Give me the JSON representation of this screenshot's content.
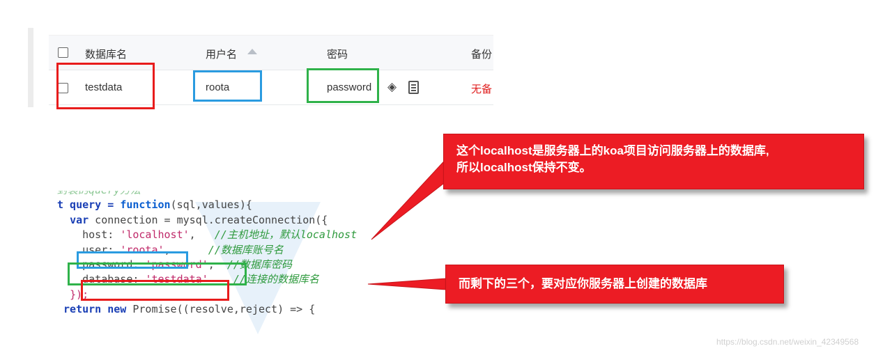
{
  "table": {
    "headers": [
      "数据库名",
      "用户名",
      "密码",
      "备份"
    ],
    "row": {
      "db_name": "testdata",
      "user": "roota",
      "password": "password",
      "backup": "无备"
    }
  },
  "code": {
    "comment_top": "封装的query方法",
    "l1_prefix": "t query = ",
    "l1_fn": "function",
    "l1_rest": "(sql,values){",
    "l2_kw": "var",
    "l2_rest": " connection = mysql.createConnection({",
    "host_key": "host: ",
    "host_val": "'localhost'",
    "host_comment": "//主机地址，默认localhost",
    "user_key": "user: ",
    "user_val": "'roota'",
    "user_comment": "//数据库账号名",
    "pass_key": "password: ",
    "pass_val": "'password'",
    "pass_comment": "//数据库密码",
    "db_key": "database: ",
    "db_val": "'testdata'",
    "db_comment": "//连接的数据库名",
    "close": "});",
    "ret_kw1": "return",
    "ret_kw2": "new",
    "ret_rest": " Promise((resolve,reject) => {"
  },
  "callouts": {
    "first_line1": "这个localhost是服务器上的koa项目访问服务器上的数据库,",
    "first_line2": "所以localhost保持不变。",
    "second": "而剩下的三个，要对应你服务器上创建的数据库"
  },
  "watermark": "https://blog.csdn.net/weixin_42349568",
  "colors": {
    "callout_bg": "#ec1c24",
    "highlight_red": "#e81c1c",
    "highlight_blue": "#2a9be0",
    "highlight_green": "#2fb24a"
  }
}
